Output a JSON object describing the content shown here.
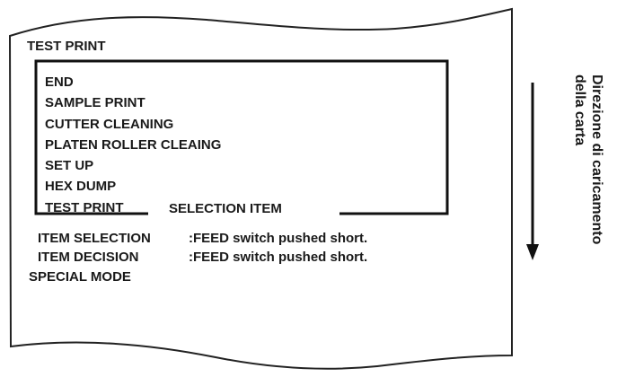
{
  "paper": {
    "title": "TEST PRINT",
    "menu_items": [
      "END",
      "SAMPLE PRINT",
      "CUTTER CLEANING",
      "PLATEN ROLLER CLEAING",
      "SET UP",
      "HEX DUMP",
      "TEST PRINT"
    ],
    "selection_caption": "SELECTION ITEM",
    "instructions": [
      {
        "label": "ITEM SELECTION",
        "value": ":FEED switch pushed short."
      },
      {
        "label": "ITEM DECISION",
        "value": ":FEED switch pushed short."
      }
    ],
    "special_mode": "SPECIAL MODE"
  },
  "direction": {
    "line1": "Direzione di caricamento",
    "line2": "della carta",
    "arrow_icon": "arrow-down-icon"
  }
}
